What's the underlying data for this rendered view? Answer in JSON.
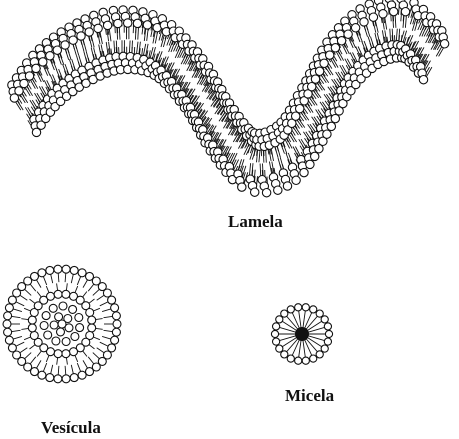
{
  "labels": {
    "lamela": "Lamela",
    "vesicula": "Vesícula",
    "micela": "Micela"
  },
  "structures": [
    {
      "name": "lamela",
      "type": "bilayer-sheet"
    },
    {
      "name": "vesicula",
      "type": "vesicle"
    },
    {
      "name": "micela",
      "type": "micelle"
    }
  ],
  "colors": {
    "line": "#111111",
    "head_fill": "#ffffff",
    "background": "#ffffff"
  }
}
